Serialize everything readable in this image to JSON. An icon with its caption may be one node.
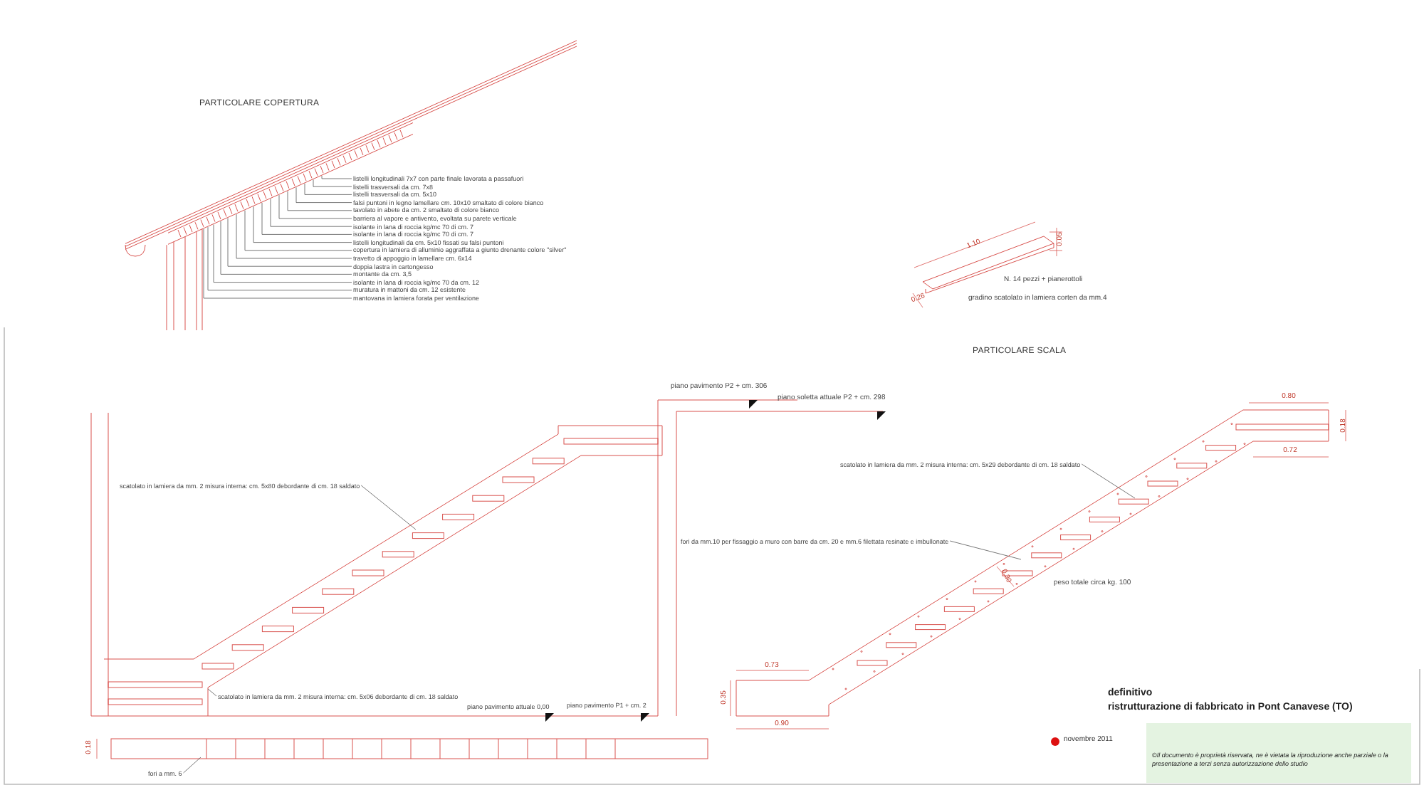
{
  "diagram": {
    "nodes": [
      {
        "text": [
          "listelli longitudinali 7x7 con parte finale lavorata a passafuori"
        ]
      },
      {
        "text": [
          "listelli trasversali da cm. 7x8"
        ]
      },
      {
        "text": [
          "listelli trasversali da cm. 5x10"
        ]
      },
      {
        "text": [
          "falsi puntoni in legno lamellare cm. 10x10 smaltato di colore bianco"
        ]
      },
      {
        "text": [
          "tavolato in abete da cm. 2 smaltato di colore bianco"
        ]
      },
      {
        "text": [
          "barriera al vapore e antivento, evoltata su parete verticale"
        ]
      },
      {
        "text": [
          "isolante in lana di roccia kg/mc 70 di cm. 7"
        ]
      },
      {
        "text": [
          "isolante in lana di roccia kg/mc 70 di cm. 7"
        ]
      },
      {
        "text": [
          "listelli longitudinali da cm. 5x10 fissati su falsi puntoni"
        ]
      },
      {
        "text": [
          "copertura in lamiera di alluminio aggraffata a giunto drenante colore \"silver\""
        ]
      },
      {
        "text": [
          "travetto di appoggio in lamellare cm. 6x14"
        ]
      },
      {
        "text": [
          "doppia lastra in cartongesso"
        ]
      },
      {
        "text": [
          "montante da cm. 3,5"
        ]
      },
      {
        "text": [
          "isolante in lana di roccia kg/mc 70 da cm. 12"
        ]
      },
      {
        "text": [
          "muratura in mattoni da cm. 12 esistente"
        ]
      },
      {
        "text": [
          "mantovana in lamiera forata per ventilazione"
        ]
      },
      {
        "text": [
          "scatolato in lamiera da mm. 2  misura interna: cm. 5x80 debordante di cm. 18 saldato"
        ]
      },
      {
        "text": [
          "scatolato in lamiera da mm. 2  misura interna: cm. 5x06 debordante di cm. 18 saldato"
        ]
      },
      {
        "text": [
          "scatolato in lamiera da mm. 2  misura interna: cm. 5x29 debordante di cm. 18 saldato"
        ]
      },
      {
        "text": [
          "fori da mm.10 per fissaggio a muro con barre da cm. 20 e mm.6 filettata resinate e imbullonate"
        ]
      },
      {
        "text": [
          "fori a mm. 6"
        ]
      }
    ],
    "edges": [
      {
        "from": 0,
        "to": null,
        "arrow": "none"
      },
      {
        "from": 1,
        "to": null,
        "arrow": "none"
      },
      {
        "from": 2,
        "to": null,
        "arrow": "none"
      },
      {
        "from": 3,
        "to": null,
        "arrow": "none"
      },
      {
        "from": 4,
        "to": null,
        "arrow": "none"
      },
      {
        "from": 5,
        "to": null,
        "arrow": "none"
      },
      {
        "from": 6,
        "to": null,
        "arrow": "none"
      },
      {
        "from": 7,
        "to": null,
        "arrow": "none"
      },
      {
        "from": 8,
        "to": null,
        "arrow": "none"
      },
      {
        "from": 9,
        "to": null,
        "arrow": "none"
      },
      {
        "from": 10,
        "to": null,
        "arrow": "none"
      },
      {
        "from": 11,
        "to": null,
        "arrow": "none"
      },
      {
        "from": 12,
        "to": null,
        "arrow": "none"
      },
      {
        "from": 13,
        "to": null,
        "arrow": "none"
      },
      {
        "from": 14,
        "to": null,
        "arrow": "none"
      },
      {
        "from": 15,
        "to": null,
        "arrow": "none"
      },
      {
        "from": 16,
        "to": null,
        "arrow": "none"
      },
      {
        "from": 17,
        "to": null,
        "arrow": "none"
      },
      {
        "from": 18,
        "to": null,
        "arrow": "none"
      },
      {
        "from": 19,
        "to": null,
        "arrow": "none"
      },
      {
        "from": 20,
        "to": null,
        "arrow": "none"
      }
    ],
    "labels": [
      "PARTICOLARE COPERTURA",
      "1.10",
      "0.05",
      "0.26",
      "N. 14 pezzi + pianerottoli",
      "gradino scatolato in lamiera corten da mm.4",
      "PARTICOLARE SCALA",
      "piano pavimento P2 + cm. 306",
      "piano soletta attuale P2 + cm. 298",
      "0.80",
      "0.18",
      "0.72",
      "0.30",
      "peso totale circa kg. 100",
      "piano pavimento attuale 0,00",
      "piano pavimento P1 + cm. 2",
      "0.73",
      "0.35",
      "0.90",
      "definitivo",
      "ristrutturazione di fabbricato in Pont Canavese (TO)",
      "novembre 2011",
      "0.18",
      "©Il documento è proprietà riservata, ne è vietata la riproduzione anche parziale o la presentazione a terzi senza autorizzazione dello studio"
    ]
  }
}
